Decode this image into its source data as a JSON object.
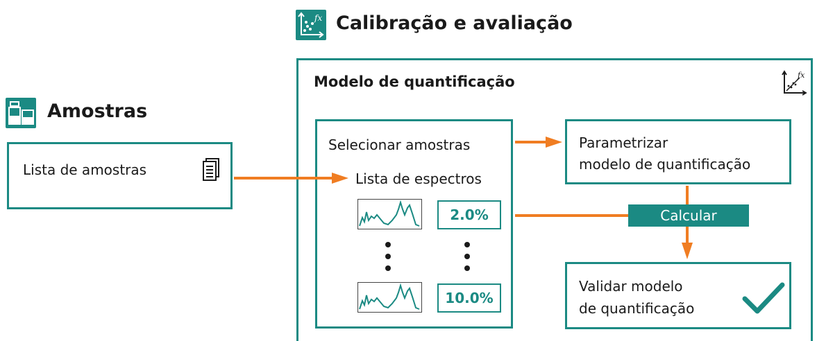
{
  "calibration": {
    "title": "Calibração e avaliação",
    "icon": "calibration-scatter-fx-icon"
  },
  "samples": {
    "title": "Amostras",
    "icon": "samples-bottle-icon",
    "list_label": "Lista de amostras",
    "list_icon": "document-list-icon"
  },
  "model": {
    "title": "Modelo de quantificação",
    "icon": "scatter-fx-icon",
    "select_label": "Selecionar amostras",
    "spectra_label": "Lista de espectros",
    "spectrum_icon": "spectrum-graph-icon",
    "values": [
      "2.0%",
      "10.0%"
    ],
    "parametrize_line1": "Parametrizar",
    "parametrize_line2": "modelo de quantificação",
    "calculate_label": "Calcular",
    "validate_line1": "Validar modelo",
    "validate_line2": "de quantificação",
    "validate_icon": "checkmark-icon"
  },
  "colors": {
    "teal": "#1b8a83",
    "orange": "#f07d22",
    "text": "#1a1a1a"
  }
}
